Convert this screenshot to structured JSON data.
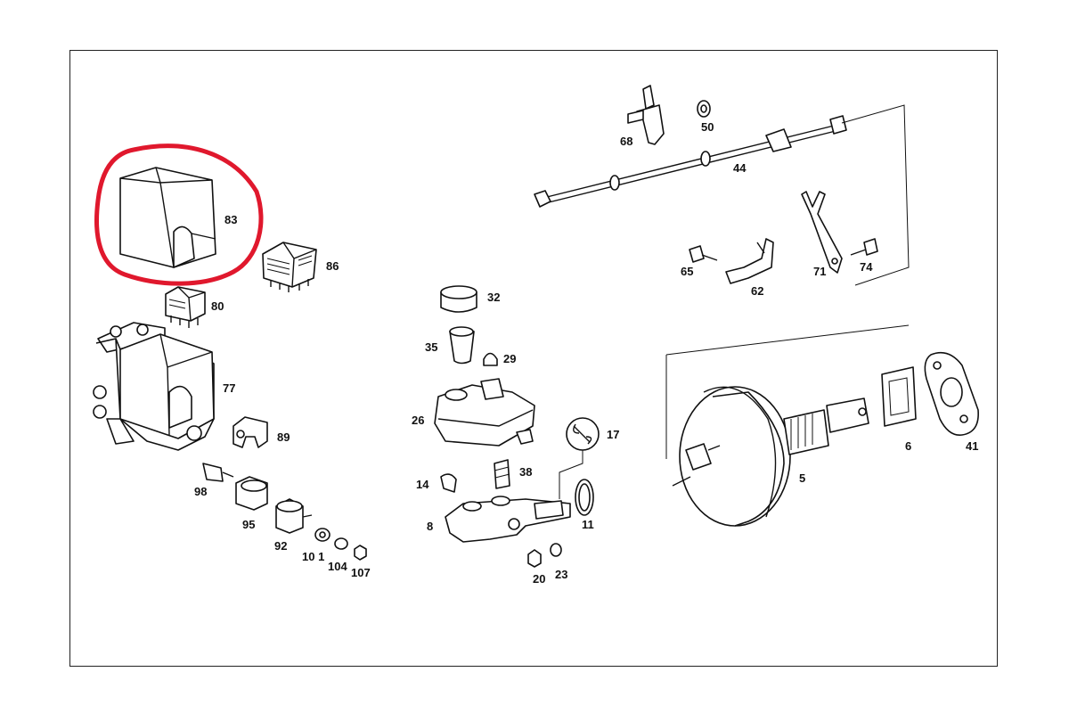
{
  "diagram": {
    "highlight_color": "#e0182d",
    "highlighted_part": "83",
    "labels": {
      "p83": "83",
      "p86": "86",
      "p80": "80",
      "p77": "77",
      "p89": "89",
      "p98": "98",
      "p95": "95",
      "p92": "92",
      "p101": "10 1",
      "p104": "104",
      "p107": "107",
      "p68": "68",
      "p50": "50",
      "p44": "44",
      "p65": "65",
      "p62": "62",
      "p71": "71",
      "p74": "74",
      "p32": "32",
      "p35": "35",
      "p29": "29",
      "p26": "26",
      "p38": "38",
      "p14": "14",
      "p8": "8",
      "p17": "17",
      "p11": "11",
      "p20": "20",
      "p23": "23",
      "p5": "5",
      "p6": "6",
      "p41": "41"
    }
  }
}
